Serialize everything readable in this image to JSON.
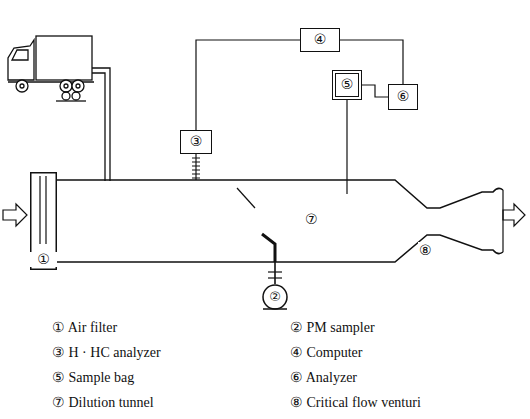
{
  "diagram": {
    "nodes": [
      {
        "text": [
          "④"
        ]
      },
      {
        "text": [
          "⑤"
        ]
      },
      {
        "text": [
          "⑥"
        ]
      },
      {
        "text": [
          "③"
        ]
      },
      {
        "text": [
          "①"
        ]
      },
      {
        "text": [
          "⑦"
        ]
      },
      {
        "text": [
          "②"
        ]
      }
    ],
    "edges": [
      {
        "from": 3,
        "to": 0,
        "arrow": "none"
      },
      {
        "from": 0,
        "to": 2,
        "arrow": "none"
      },
      {
        "from": 1,
        "to": 2,
        "arrow": "none"
      },
      {
        "from": 3,
        "to": 5,
        "arrow": "none"
      },
      {
        "from": 1,
        "to": 5,
        "arrow": "none"
      },
      {
        "from": 6,
        "to": 5,
        "arrow": "none"
      }
    ],
    "labels": [
      "⑧",
      "① Air filter",
      "② PM sampler",
      "③ H · HC analyzer",
      "④ Computer",
      "⑤ Sample bag",
      "⑥ Analyzer",
      "⑦ Dilution tunnel",
      "⑧ Critical flow venturi"
    ]
  }
}
